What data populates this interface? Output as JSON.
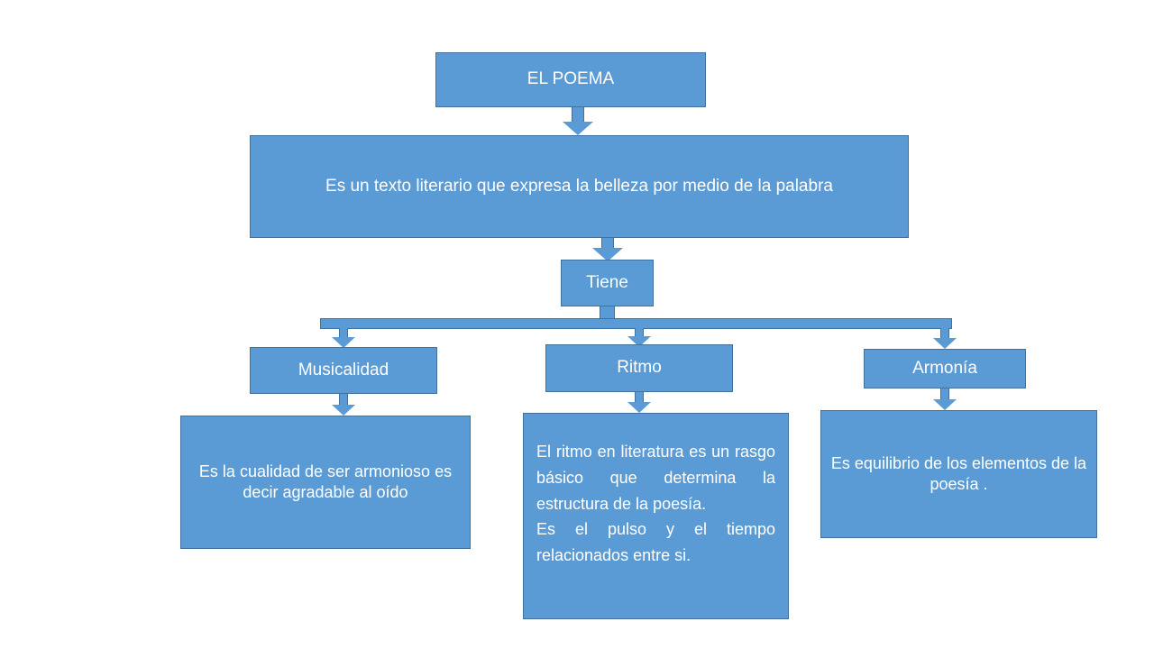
{
  "diagram": {
    "title": "EL POEMA",
    "theme_color": "#5B9BD5",
    "border_color": "#41719C",
    "text_color": "#FFFFFF",
    "background": "#FFFFFF",
    "nodes": {
      "root": {
        "label": "EL POEMA"
      },
      "definition": {
        "label": "Es un texto literario que expresa la belleza por medio de la palabra"
      },
      "connector": {
        "label": "Tiene"
      },
      "branch_1": {
        "label": "Musicalidad"
      },
      "branch_2": {
        "label": "Ritmo"
      },
      "branch_3": {
        "label": "Armonía"
      },
      "detail_1": {
        "label": "Es la cualidad de ser armonioso es decir agradable al oído"
      },
      "detail_2": {
        "label": "El ritmo en literatura es un rasgo básico que determina la estructura de la poesía.\nEs el pulso y el tiempo relacionados entre si."
      },
      "detail_3": {
        "label": "Es equilibrio de los elementos de la poesía ."
      }
    },
    "arrows": {
      "root_to_definition": "down-arrow-icon",
      "definition_to_connector": "down-arrow-icon",
      "connector_to_bar": "stem-icon",
      "bar_to_branch_1": "down-arrow-icon",
      "bar_to_branch_2": "down-arrow-icon",
      "bar_to_branch_3": "down-arrow-icon",
      "branch_1_to_detail_1": "down-arrow-icon",
      "branch_2_to_detail_2": "down-arrow-icon",
      "branch_3_to_detail_3": "down-arrow-icon"
    }
  }
}
